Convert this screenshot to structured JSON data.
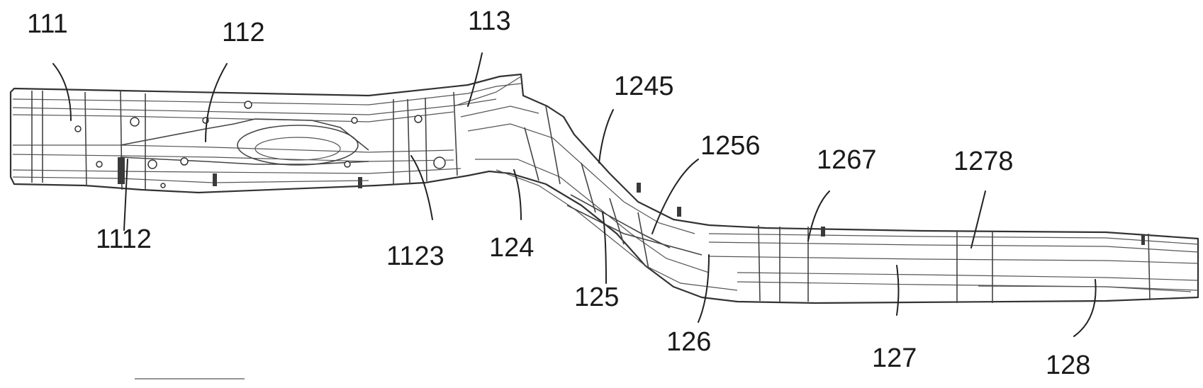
{
  "labels": {
    "l111": "111",
    "l112": "112",
    "l113": "113",
    "l1112": "1112",
    "l1123": "1123",
    "l124": "124",
    "l1245": "1245",
    "l125": "125",
    "l1256": "1256",
    "l126": "126",
    "l1267": "1267",
    "l127": "127",
    "l1278": "1278",
    "l128": "128"
  },
  "colors": {
    "line": "#333333",
    "text": "#1a1a1a",
    "background": "#ffffff"
  }
}
